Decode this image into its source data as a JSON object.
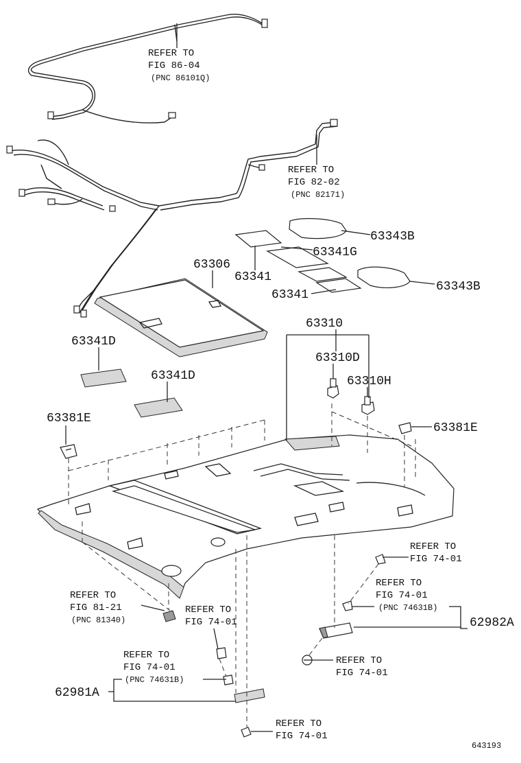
{
  "diagram_id": "643193",
  "labels": {
    "ref_86_04": {
      "line1": "REFER TO",
      "line2": "FIG 86-04",
      "line3": "(PNC 86101Q)"
    },
    "ref_82_02": {
      "line1": "REFER TO",
      "line2": "FIG 82-02",
      "line3": "(PNC 82171)"
    },
    "p63343b_top": "63343B",
    "p63341g": "63341G",
    "p63343b_right": "63343B",
    "p63306": "63306",
    "p63341_a": "63341",
    "p63341_b": "63341",
    "p63310": "63310",
    "p63310d": "63310D",
    "p63310h": "63310H",
    "p63341d_a": "63341D",
    "p63341d_b": "63341D",
    "p63381e_left": "63381E",
    "p63381e_right": "63381E",
    "ref_74_01_a": {
      "line1": "REFER TO",
      "line2": "FIG 74-01"
    },
    "ref_74_01_b": {
      "line1": "REFER TO",
      "line2": "FIG 74-01",
      "line3": "(PNC 74631B)"
    },
    "p62982a": "62982A",
    "ref_74_01_c": {
      "line1": "REFER TO",
      "line2": "FIG 74-01"
    },
    "ref_81_21": {
      "line1": "REFER TO",
      "line2": "FIG 81-21",
      "line3": "(PNC 81340)"
    },
    "ref_74_01_d": {
      "line1": "REFER TO",
      "line2": "FIG 74-01"
    },
    "ref_74_01_e": {
      "line1": "REFER TO",
      "line2": "FIG 74-01",
      "line3": "(PNC 74631B)"
    },
    "p62981a": "62981A",
    "ref_74_01_f": {
      "line1": "REFER TO",
      "line2": "FIG 74-01"
    }
  }
}
